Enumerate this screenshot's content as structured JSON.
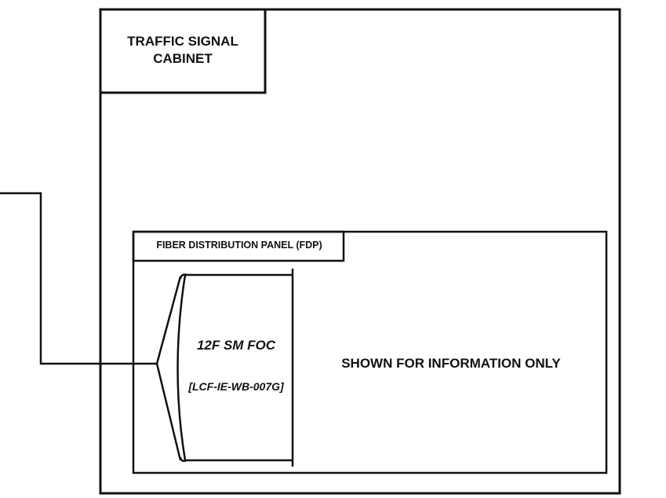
{
  "cabinet": {
    "title": "TRAFFIC SIGNAL\nCABINET"
  },
  "panel": {
    "label": "FIBER DISTRIBUTION PANEL (FDP)"
  },
  "cable": {
    "name": "12F SM FOC",
    "id": "[LCF-IE-WB-007G]"
  },
  "note": "SHOWN FOR INFORMATION ONLY",
  "colors": {
    "line": "#111111",
    "background": "#ffffff"
  }
}
